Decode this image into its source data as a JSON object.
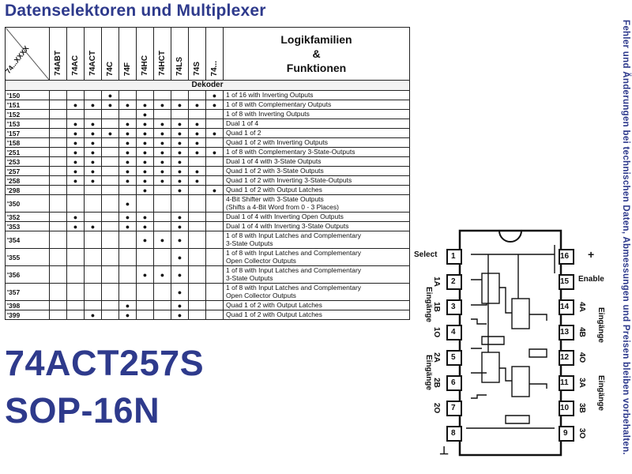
{
  "title": "Datenselektoren und Multiplexer",
  "sidebar_note": "Fehler und Änderungen bei technischen Daten, Abmessungen und Preisen bleiben vorbehalten.",
  "table": {
    "corner_label": "74...XXXX",
    "families": [
      "74ABT",
      "74AC",
      "74ACT",
      "74C",
      "74F",
      "74HC",
      "74HCT",
      "74LS",
      "74S",
      "74..."
    ],
    "function_header": [
      "Logikfamilien",
      "&",
      "Funktionen"
    ],
    "section": "Dekoder",
    "rows": [
      {
        "code": "'150",
        "dots": [
          0,
          0,
          0,
          1,
          0,
          0,
          0,
          0,
          0,
          1
        ],
        "fn": [
          "1 of 16 with Inverting Outputs"
        ]
      },
      {
        "code": "'151",
        "dots": [
          0,
          1,
          1,
          1,
          1,
          1,
          1,
          1,
          1,
          1
        ],
        "fn": [
          "1 of 8 with Complementary Outputs"
        ]
      },
      {
        "code": "'152",
        "dots": [
          0,
          0,
          0,
          0,
          0,
          1,
          0,
          0,
          0,
          0
        ],
        "fn": [
          "1 of 8 with Inverting Outputs"
        ]
      },
      {
        "code": "'153",
        "dots": [
          0,
          1,
          1,
          0,
          1,
          1,
          1,
          1,
          1,
          0
        ],
        "fn": [
          "Dual 1 of 4"
        ]
      },
      {
        "code": "'157",
        "dots": [
          0,
          1,
          1,
          1,
          1,
          1,
          1,
          1,
          1,
          1
        ],
        "fn": [
          "Quad 1 of 2"
        ]
      },
      {
        "code": "'158",
        "dots": [
          0,
          1,
          1,
          0,
          1,
          1,
          1,
          1,
          1,
          0
        ],
        "fn": [
          "Quad 1 of 2 with Inverting Outputs"
        ]
      },
      {
        "code": "'251",
        "dots": [
          0,
          1,
          1,
          0,
          1,
          1,
          1,
          1,
          1,
          1
        ],
        "fn": [
          "1 of 8 with Complementary 3-State-Outputs"
        ]
      },
      {
        "code": "'253",
        "dots": [
          0,
          1,
          1,
          0,
          1,
          1,
          1,
          1,
          0,
          0
        ],
        "fn": [
          "Dual 1 of 4 with 3-State Outputs"
        ]
      },
      {
        "code": "'257",
        "dots": [
          0,
          1,
          1,
          0,
          1,
          1,
          1,
          1,
          1,
          0
        ],
        "fn": [
          "Quad 1 of 2 with 3-State Outputs"
        ]
      },
      {
        "code": "'258",
        "dots": [
          0,
          1,
          1,
          0,
          1,
          1,
          1,
          1,
          1,
          0
        ],
        "fn": [
          "Quad 1 of 2 with Inverting 3-State-Outputs"
        ]
      },
      {
        "code": "'298",
        "dots": [
          0,
          0,
          0,
          0,
          0,
          1,
          0,
          1,
          0,
          1
        ],
        "fn": [
          "Quad 1 of 2 with Output Latches"
        ]
      },
      {
        "code": "'350",
        "dots": [
          0,
          0,
          0,
          0,
          1,
          0,
          0,
          0,
          0,
          0
        ],
        "fn": [
          "4-Bit Shifter with 3-State Outputs",
          "(Shifts a 4-Bit Word from 0 - 3 Places)"
        ]
      },
      {
        "code": "'352",
        "dots": [
          0,
          1,
          0,
          0,
          1,
          1,
          0,
          1,
          0,
          0
        ],
        "fn": [
          "Dual 1 of 4 with Inverting Open Outputs"
        ]
      },
      {
        "code": "'353",
        "dots": [
          0,
          1,
          1,
          0,
          1,
          1,
          0,
          1,
          0,
          0
        ],
        "fn": [
          "Dual 1 of 4 with Inverting 3-State Outputs"
        ]
      },
      {
        "code": "'354",
        "dots": [
          0,
          0,
          0,
          0,
          0,
          1,
          1,
          1,
          0,
          0
        ],
        "fn": [
          "1 of 8 with Input Latches and Complementary",
          "3-State Outputs"
        ]
      },
      {
        "code": "'355",
        "dots": [
          0,
          0,
          0,
          0,
          0,
          0,
          0,
          1,
          0,
          0
        ],
        "fn": [
          "1 of 8 with Input Latches and Complementary",
          "Open Collector Outputs"
        ]
      },
      {
        "code": "'356",
        "dots": [
          0,
          0,
          0,
          0,
          0,
          1,
          1,
          1,
          0,
          0
        ],
        "fn": [
          "1 of 8 with Input Latches and Complementary",
          "3-State Outputs"
        ]
      },
      {
        "code": "'357",
        "dots": [
          0,
          0,
          0,
          0,
          0,
          0,
          0,
          1,
          0,
          0
        ],
        "fn": [
          "1 of 8 with Input Latches and Complementary",
          "Open Collector Outputs"
        ]
      },
      {
        "code": "'398",
        "dots": [
          0,
          0,
          0,
          0,
          1,
          0,
          0,
          1,
          0,
          0
        ],
        "fn": [
          "Quad 1 of 2 with Output Latches"
        ]
      },
      {
        "code": "'399",
        "dots": [
          0,
          0,
          1,
          0,
          1,
          0,
          0,
          1,
          0,
          0
        ],
        "fn": [
          "Quad 1 of 2 with Output Latches"
        ]
      }
    ]
  },
  "part_number": "74ACT257S",
  "package": "SOP-16N",
  "pinout": {
    "left_pins": [
      "1",
      "2",
      "3",
      "4",
      "5",
      "6",
      "7",
      "8"
    ],
    "right_pins": [
      "16",
      "15",
      "14",
      "13",
      "12",
      "11",
      "10",
      "9"
    ],
    "left_labels": [
      "1A",
      "1B",
      "1O",
      "2A",
      "2B",
      "2O"
    ],
    "right_labels": [
      "4A",
      "4B",
      "4O",
      "3A",
      "3B",
      "3O"
    ],
    "select": "Select",
    "enable": "Enable",
    "inputs": "Eingänge",
    "vcc_symbol": "+",
    "gnd_symbol": "⊥"
  }
}
